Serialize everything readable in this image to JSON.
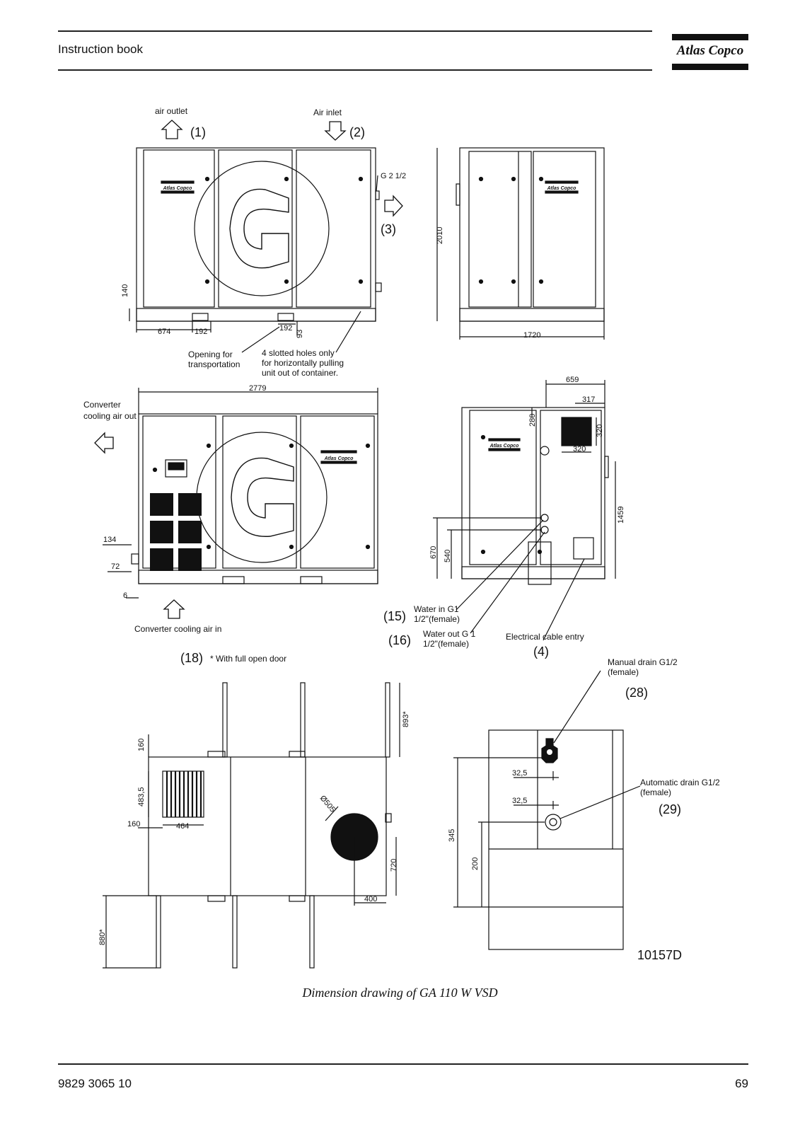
{
  "header": {
    "title": "Instruction book",
    "logo": "Atlas Copco"
  },
  "footer": {
    "doc_number": "9829 3065 10",
    "page_number": "69"
  },
  "caption": "Dimension drawing of GA 110 W VSD",
  "drawing_id": "10157D",
  "labels": {
    "air_outlet": "air outlet",
    "air_inlet": "Air inlet",
    "n1": "(1)",
    "n2": "(2)",
    "n3": "(3)",
    "n4": "(4)",
    "n15": "(15)",
    "n16": "(16)",
    "n18": "(18)",
    "n28": "(28)",
    "n29": "(29)",
    "g212": "G 2 1/2",
    "opening_1": "Opening for",
    "opening_2": "transportation",
    "slotted_1": "4 slotted holes only",
    "slotted_2": "for horizontally pulling",
    "slotted_3": "unit out of container.",
    "converter_out_1": "Converter",
    "converter_out_2": "cooling air out",
    "converter_in": "Converter cooling air in",
    "water_in_1": "Water in G1",
    "water_in_2": "1/2\"(female)",
    "water_out_1": "Water out G 1",
    "water_out_2": "1/2\"(female)",
    "cable_entry": "Electrical cable entry",
    "full_open_door": "* With full open door",
    "manual_drain_1": "Manual drain G1/2",
    "manual_drain_2": "(female)",
    "auto_drain_1": "Automatic drain G1/2",
    "auto_drain_2": "(female)",
    "panel_logo": "Atlas Copco"
  },
  "dimensions": {
    "d140": "140",
    "d674": "674",
    "d192a": "192",
    "d192b": "192",
    "d93": "93",
    "d2010": "2010",
    "d1720": "1720",
    "d2779": "2779",
    "d134": "134",
    "d72": "72",
    "d6": "6",
    "d659": "659",
    "d317": "317",
    "d280": "280",
    "d320a": "320",
    "d320b": "320",
    "d1459": "1459",
    "d670": "670",
    "d540": "540",
    "d160a": "160",
    "d483": "483,5",
    "d160b": "160",
    "d464": "464",
    "d505": "Ø505",
    "d893": "893*",
    "d720": "720",
    "d400": "400",
    "d880": "880*",
    "d325a": "32,5",
    "d325b": "32,5",
    "d345": "345",
    "d200": "200"
  }
}
